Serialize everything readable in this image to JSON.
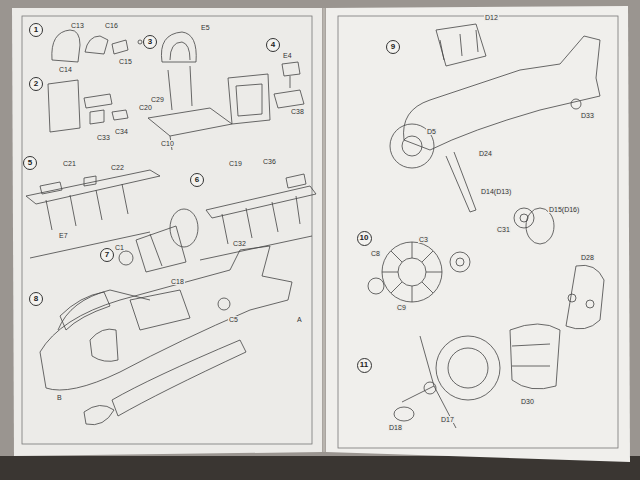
{
  "diagram": {
    "nodes": [
      {
        "text": [
          "1"
        ]
      },
      {
        "text": [
          "2"
        ]
      },
      {
        "text": [
          "3"
        ]
      },
      {
        "text": [
          "4"
        ]
      },
      {
        "text": [
          "5"
        ]
      },
      {
        "text": [
          "6"
        ]
      },
      {
        "text": [
          "7"
        ]
      },
      {
        "text": [
          "8"
        ]
      },
      {
        "text": [
          "9"
        ]
      },
      {
        "text": [
          "10"
        ]
      },
      {
        "text": [
          "11"
        ]
      }
    ],
    "labels": [
      "C13",
      "C16",
      "C14",
      "C15",
      "C34",
      "C33",
      "C20",
      "E5",
      "C29",
      "C10",
      "E4",
      "C38",
      "C21",
      "C22",
      "E7",
      "C19",
      "C36",
      "C32",
      "C1",
      "C18",
      "A",
      "B",
      "C5",
      "D12",
      "D5",
      "D24",
      "D14(D13)",
      "D15(D16)",
      "D33",
      "C31",
      "C8",
      "C9",
      "D28",
      "D30",
      "D17",
      "D18",
      "C3"
    ]
  }
}
